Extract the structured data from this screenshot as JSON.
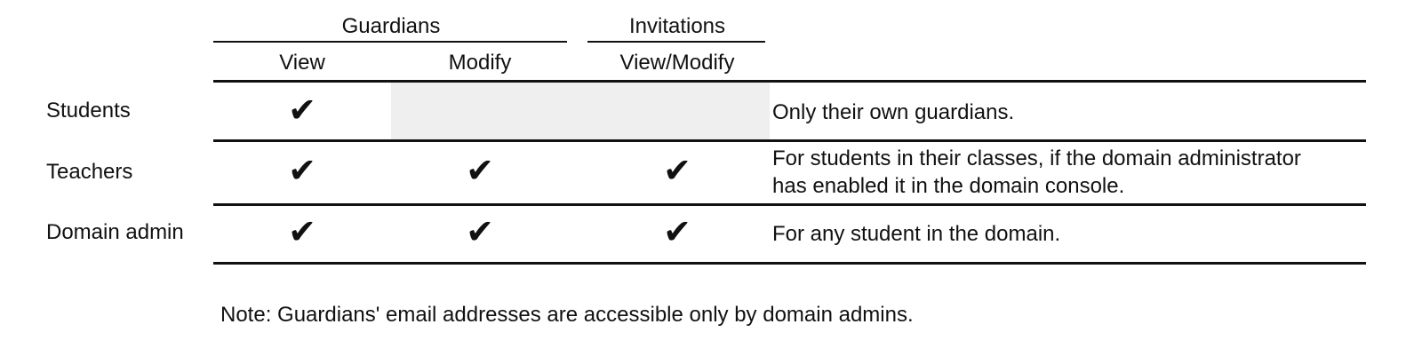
{
  "table": {
    "column_groups": [
      {
        "label": "Guardians"
      },
      {
        "label": "Invitations"
      }
    ],
    "columns": [
      {
        "label": "View"
      },
      {
        "label": "Modify"
      },
      {
        "label": "View/Modify"
      }
    ],
    "check_glyph": "✔",
    "rows": [
      {
        "role": "Students",
        "guardians_view": "✔",
        "guardians_modify": "",
        "invitations_view_modify": "",
        "description": "Only their own guardians."
      },
      {
        "role": "Teachers",
        "guardians_view": "✔",
        "guardians_modify": "✔",
        "invitations_view_modify": "✔",
        "description": "For students in their classes, if the domain administrator\nhas enabled it in the domain console."
      },
      {
        "role": "Domain admin",
        "guardians_view": "✔",
        "guardians_modify": "✔",
        "invitations_view_modify": "✔",
        "description": "For any student in the domain."
      }
    ]
  },
  "footnote": {
    "text": "Note: Guardians' email addresses are accessible only by domain admins."
  },
  "colors": {
    "ink": "#111111",
    "shaded_cell": "#efefef",
    "background": "#ffffff"
  }
}
